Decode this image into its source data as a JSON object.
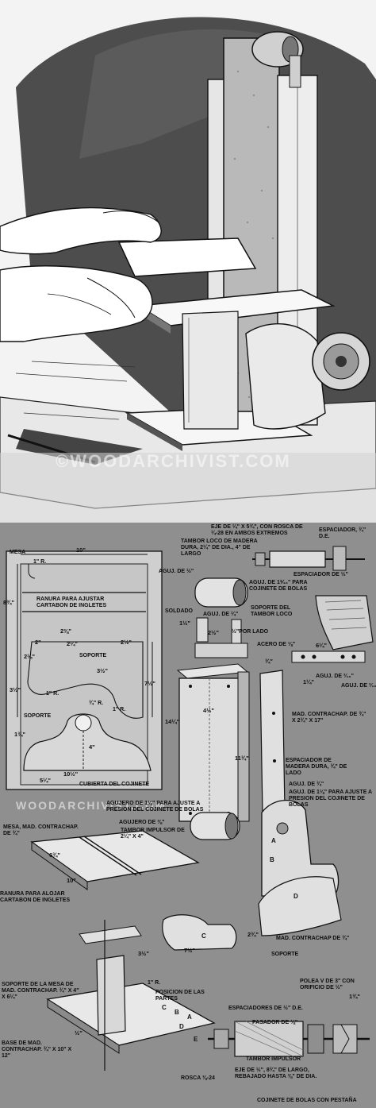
{
  "watermark": {
    "site": "WOODARCHIVIST.COM",
    "copyright": "©"
  },
  "labels": {
    "mesa": "MESA",
    "ranura_ajustar": "RANURA PARA AJUSTAR CARTABON DE INGLETES",
    "soporte_mid": "SOPORTE",
    "soporte_low": "SOPORTE",
    "cubierta": "CUBIERTA DEL COJINETE",
    "eje": "EJE DE ¼\" x 5¾\", CON ROSCA DE ¼-28 EN AMBOS EXTREMOS",
    "tambor_loco": "TAMBOR LOCO DE MADERA DURA, 2¼\" DE DIA., 4\" DE LARGO",
    "espaciador_top": "ESPACIADOR, ¾\" D.E.",
    "espaciador_mid": "ESPACIADOR DE ½\"",
    "aguj_half": "AGUJ. DE ½\"",
    "aguj_1_1_16": "AGUJ. DE 1⅟₁₆\" PARA COJINETE DE BOLAS",
    "soldado": "SOLDADO",
    "aguj_quarter": "AGUJ. DE ¼\"",
    "soporte_tambor": "SOPORTE DEL TAMBOR LOCO",
    "por_lado": "½\"POR LADO",
    "acero": "ACERO DE ⅛\"",
    "aguj_3_16_a": "AGUJ. DE ³⁄₁₆\"",
    "aguj_3_16_b": "AGUJ. DE ³⁄₁₆\"",
    "mad_contrachap_top": "MAD. CONTRACHAP. DE ¾\" x 2¾\" x 17\"",
    "espaciador_madera": "ESPACIADOR DE MADERA DURA, ¾\" DE LADO",
    "aguj_3_4": "AGUJ. DE ¾\"",
    "aguj_ajuste": "AGUJ. DE 1⅛\" PARA AJUSTE A PRESION DEL COJINETE DE BOLAS",
    "agujero_ajuste": "AGUJERO DE 1⅛\" PARA AJUSTE A PRESION DEL COJINETE DE BOLAS",
    "agujero_3_8": "AGUJERO DE ⅜\"",
    "tambor_impulsor": "TAMBOR IMPULSOR DE 2¼\" x 4\"",
    "mesa_mad": "MESA, MAD. CONTRACHAP. DE ¾\"",
    "ranura_alojar": "RANURA PARA ALOJAR CARTABON DE INGLETES",
    "mad_contrachap_3_4": "MAD. CONTRACHAP DE ¾\"",
    "soporte_c": "SOPORTE",
    "soporte_mesa": "SOPORTE DE LA MESA DE MAD. CONTRACHAP. ¾\" x 4\" x 6¼\"",
    "posicion": "POSICION DE LAS PARTES",
    "base": "BASE DE MAD. CONTRACHAP. ¾\" x 10\" x 12\"",
    "rosca": "ROSCA ⅜-24",
    "espaciadores_bottom": "ESPACIADORES DE ½\" D.E.",
    "pasador": "PASADOR DE ⅛\"",
    "tambor_impulsor_bottom": "TAMBOR IMPULSOR",
    "eje_bottom": "EJE DE ½\", 8¾\" DE LARGO, REBAJADO HASTA ⅜\" DE DIA.",
    "polea": "POLEA V DE 3\" CON ORIFICIO DE ½\"",
    "cojinete": "COJINETE DE BOLAS CON PESTAÑA",
    "one_r": "1\" R.",
    "three_quarter_r": "¾\" R.",
    "one_r_b": "1\" R.",
    "one_r_c": "1\" R.",
    "one_r_d": "1\" R."
  },
  "dimensions": {
    "d10": "10\"",
    "d8_3_4": "8¾\"",
    "d2_3_8": "2⅜\"",
    "d2": "2\"",
    "d2_1_4": "2¼\"",
    "d2_1_4b": "2¼\"",
    "d2_1_2": "2½\"",
    "d3_1_2": "3½\"",
    "d7_1_2": "7½\"",
    "d3_1_2b": "3½\"",
    "d1_3_4": "1¾\"",
    "d4": "4\"",
    "d10_1_2": "10½\"",
    "d5_1_4": "5¼\"",
    "d14_1_4": "14¼\"",
    "d4_1_2": "4½\"",
    "d11_3_4": "11¾\"",
    "d6_1_4": "6¼\"",
    "d6_3_4": "6¾\"",
    "d7_1_2b": "7½\"",
    "d10b": "10\"",
    "d2_3_4": "2¾\"",
    "d1_1_4": "1¼\"",
    "d3_4": "¾\"",
    "d1_2": "½\"",
    "d1_3_4b": "1¾\"",
    "d1_1_2": "1½\"",
    "d2_1_2b": "2½\"",
    "d3_1_2c": "3½\""
  },
  "part_letters": [
    "A",
    "B",
    "C",
    "D",
    "A",
    "B",
    "C",
    "D",
    "E"
  ]
}
